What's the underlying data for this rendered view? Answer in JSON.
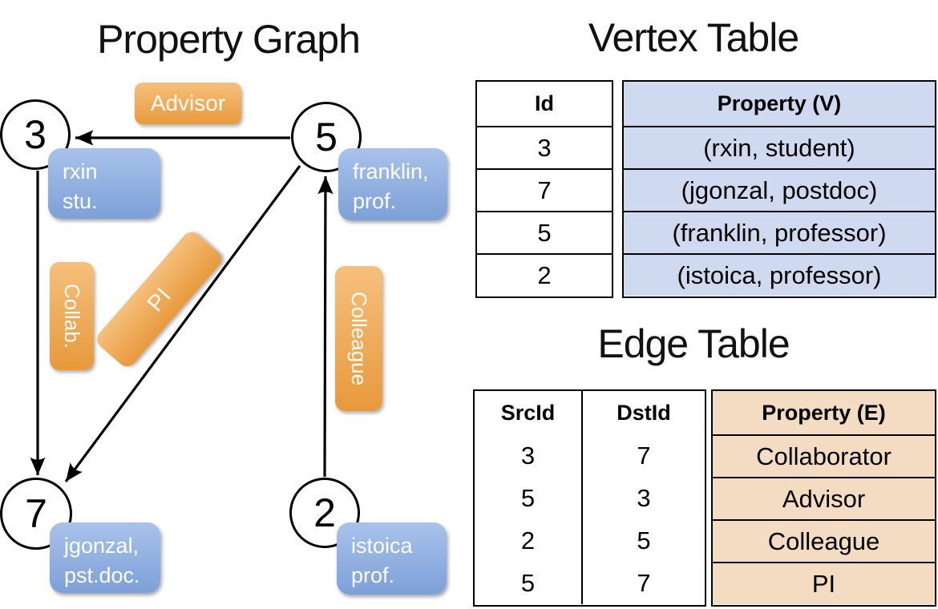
{
  "graph": {
    "title": "Property Graph",
    "vertices": [
      {
        "id": "3",
        "property_line1": "rxin",
        "property_line2": "stu."
      },
      {
        "id": "5",
        "property_line1": "franklin,",
        "property_line2": "prof."
      },
      {
        "id": "7",
        "property_line1": "jgonzal,",
        "property_line2": "pst.doc."
      },
      {
        "id": "2",
        "property_line1": "istoica",
        "property_line2": "prof."
      }
    ],
    "edges": [
      {
        "from": "5",
        "to": "3",
        "label": "Advisor"
      },
      {
        "from": "3",
        "to": "7",
        "label": "Collab."
      },
      {
        "from": "5",
        "to": "7",
        "label": "PI"
      },
      {
        "from": "2",
        "to": "5",
        "label": "Colleague"
      }
    ]
  },
  "vertex_table": {
    "title": "Vertex Table",
    "columns": [
      "Id",
      "Property (V)"
    ],
    "rows": [
      [
        "3",
        "(rxin, student)"
      ],
      [
        "7",
        "(jgonzal, postdoc)"
      ],
      [
        "5",
        "(franklin, professor)"
      ],
      [
        "2",
        "(istoica, professor)"
      ]
    ]
  },
  "edge_table": {
    "title": "Edge Table",
    "columns": [
      "SrcId",
      "DstId",
      "Property (E)"
    ],
    "rows": [
      [
        "3",
        "7",
        "Collaborator"
      ],
      [
        "5",
        "3",
        "Advisor"
      ],
      [
        "2",
        "5",
        "Colleague"
      ],
      [
        "5",
        "7",
        "PI"
      ]
    ]
  },
  "colors": {
    "edge_label_orange_top": "#f5c07c",
    "edge_label_orange_bottom": "#e8993c",
    "vertex_property_blue_top": "#a8c3ea",
    "vertex_property_blue_bottom": "#7da0d8",
    "vertex_table_cell_bg": "#cfdaf0",
    "edge_table_cell_bg": "#f4dcc2",
    "line_color": "#000000"
  }
}
